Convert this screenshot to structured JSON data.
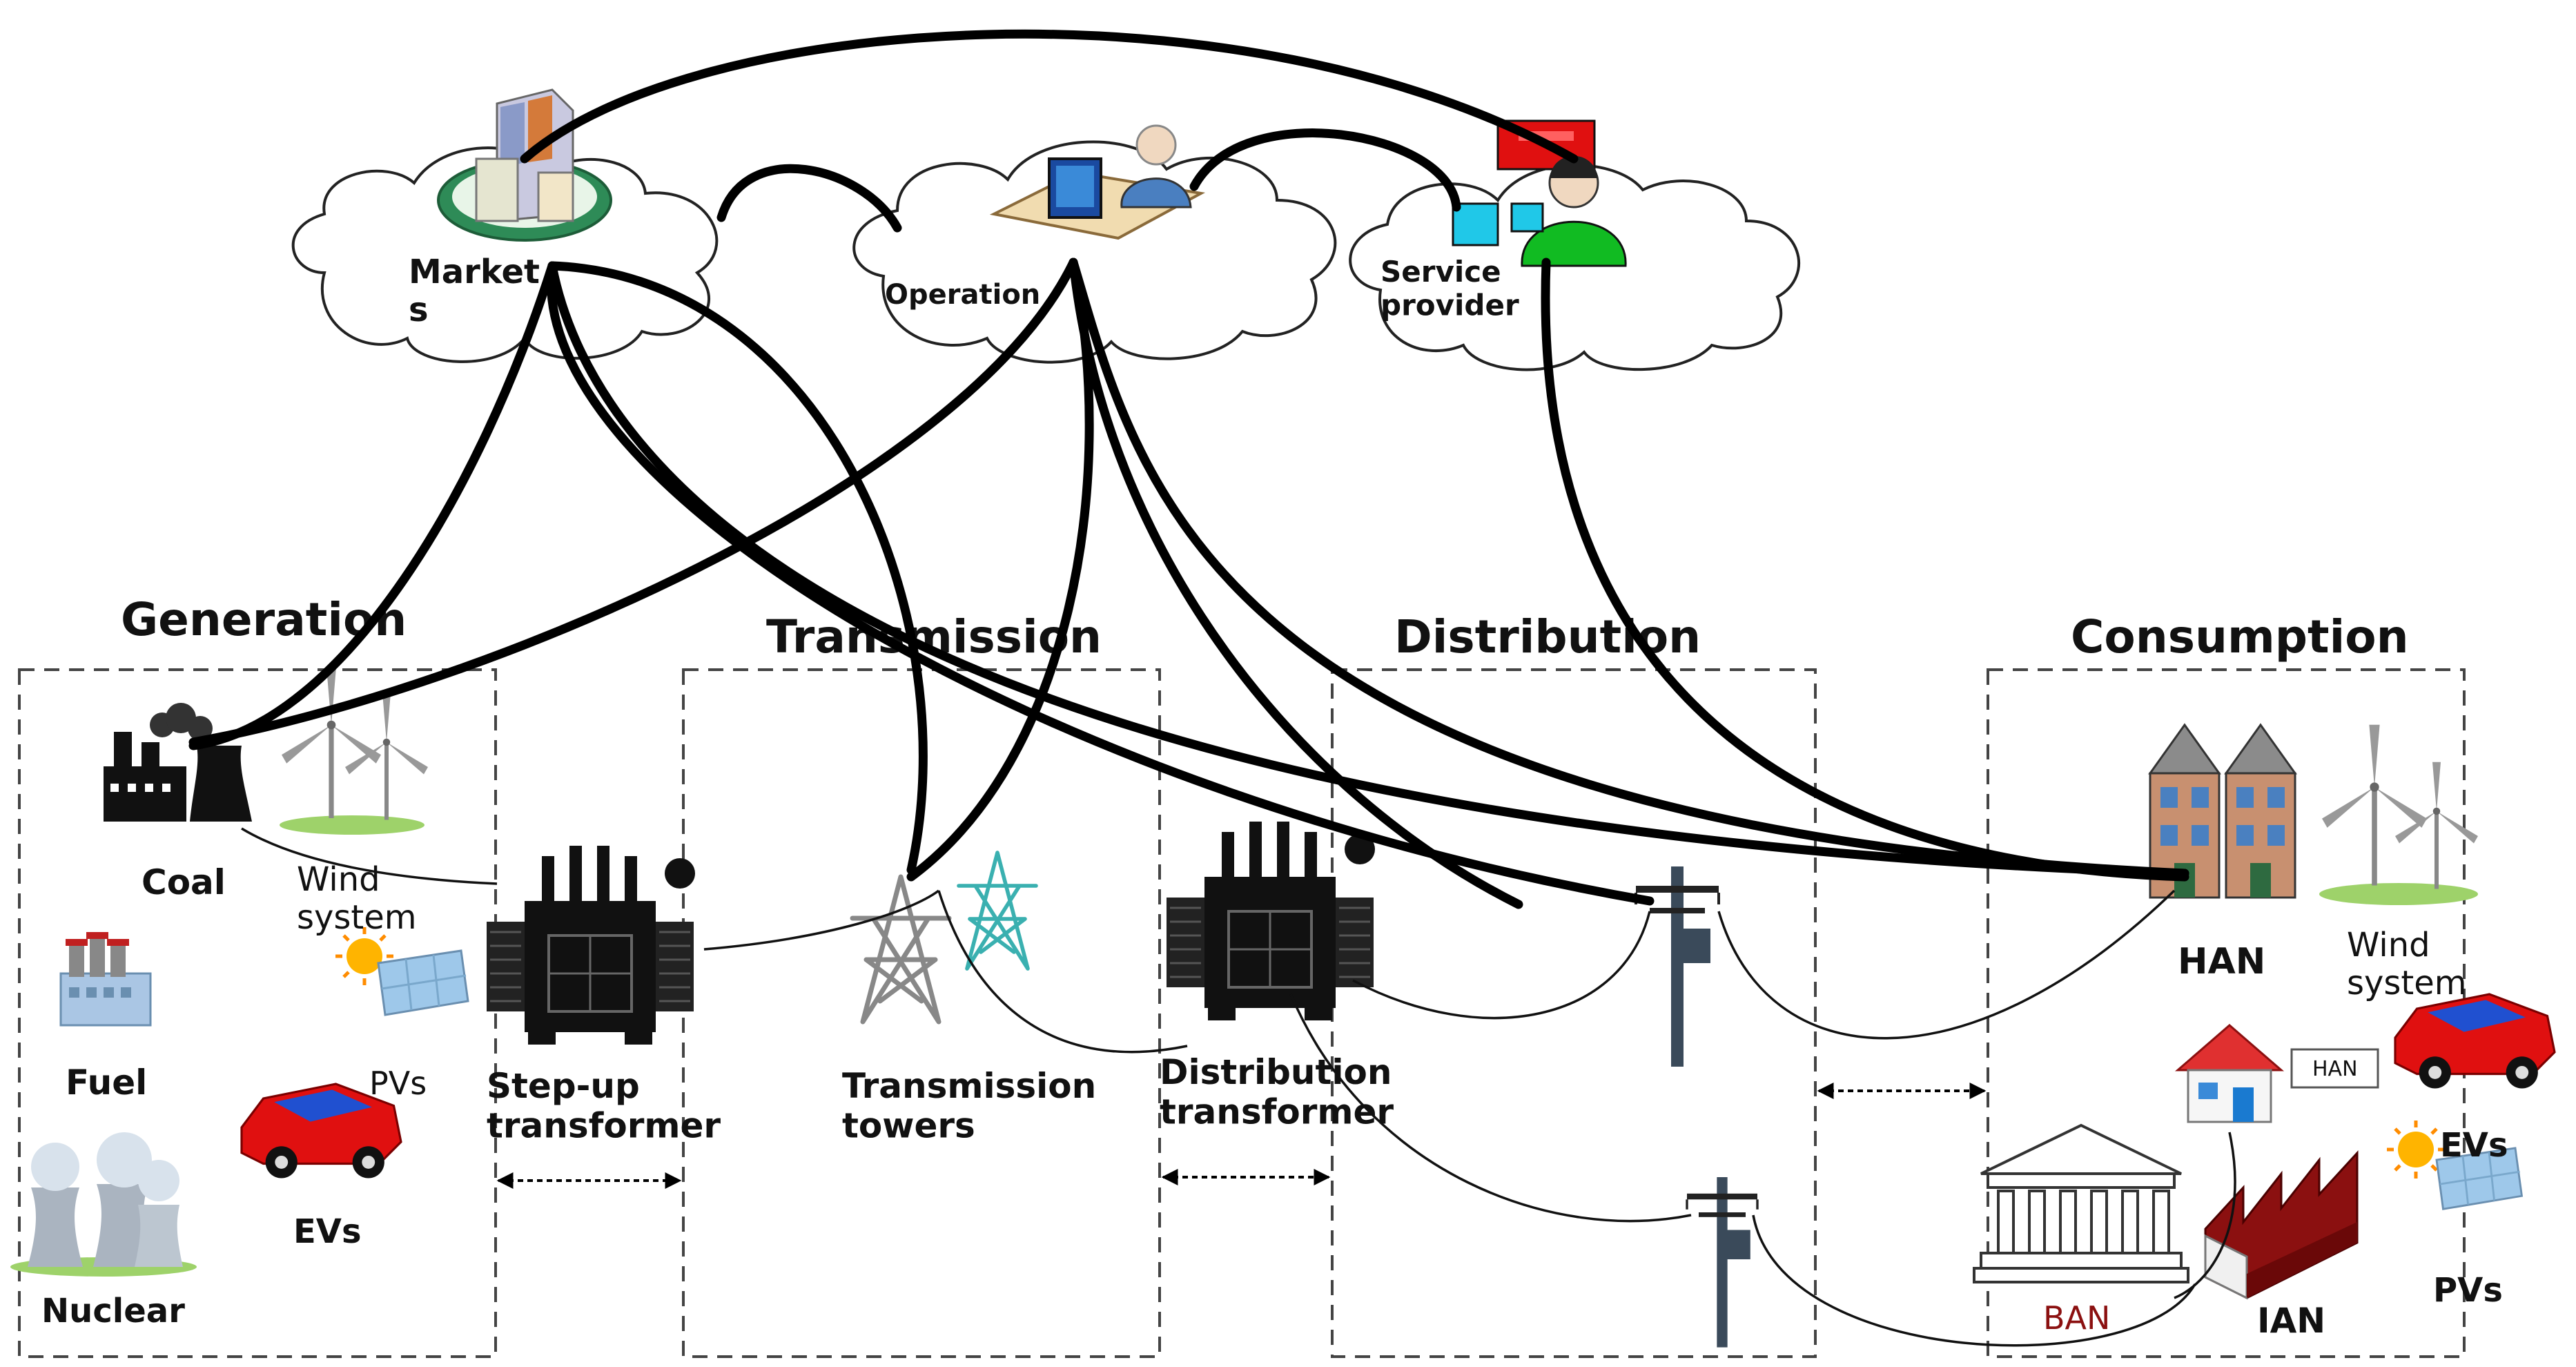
{
  "clouds": {
    "markets": "Market\ns",
    "operation": "Operation",
    "service_provider": "Service\nprovider"
  },
  "sections": {
    "generation": "Generation",
    "transmission": "Transmission",
    "distribution": "Distribution",
    "consumption": "Consumption"
  },
  "generation": {
    "coal": "Coal",
    "wind_system": "Wind\nsystem",
    "fuel": "Fuel",
    "pvs": "PVs",
    "evs": "EVs",
    "nuclear": "Nuclear"
  },
  "transmission": {
    "step_up": "Step-up\ntransformer",
    "towers": "Transmission\ntowers",
    "distribution_transformer": "Distribution\ntransformer"
  },
  "consumption": {
    "han": "HAN",
    "wind_system": "Wind\nsystem",
    "han_box": "HAN",
    "evs": "EVs",
    "ban": "BAN",
    "ian": "IAN",
    "pvs": "PVs"
  },
  "colors": {
    "thick_link": "#000000",
    "service_screen": "#e01010",
    "person_green": "#11bb22",
    "car_red": "#e01010",
    "car_blue": "#2050d0",
    "market_green": "#2e8b57",
    "house_red": "#8b1010",
    "pv_blue": "#9ec8ea",
    "sun_yellow": "#ffb400"
  },
  "icons": [
    "building-icon",
    "operator-icon",
    "service-person-icon",
    "coal-plant-icon",
    "wind-turbine-icon",
    "fuel-plant-icon",
    "solar-panel-icon",
    "electric-car-icon",
    "nuclear-plant-icon",
    "transformer-icon",
    "transmission-tower-icon",
    "utility-pole-icon",
    "houses-icon",
    "bank-icon",
    "factory-icon"
  ]
}
